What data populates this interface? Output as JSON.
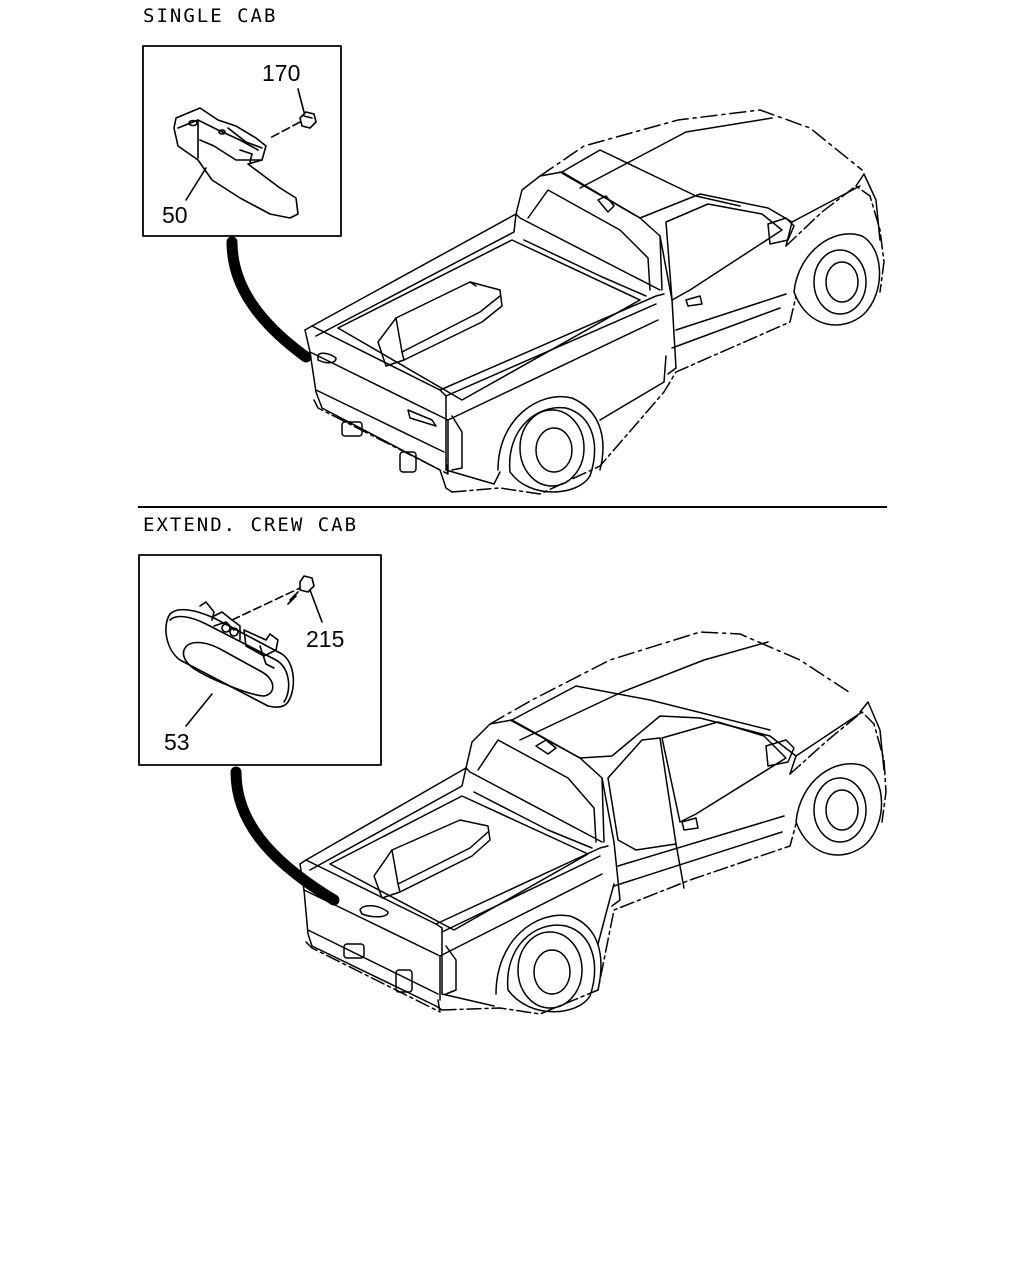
{
  "sections": [
    {
      "title": "SINGLE CAB",
      "callouts": [
        {
          "label": "170"
        },
        {
          "label": "50"
        }
      ]
    },
    {
      "title": "EXTEND. CREW CAB",
      "callouts": [
        {
          "label": "215"
        },
        {
          "label": "53"
        }
      ]
    }
  ],
  "line_color": "#000000"
}
